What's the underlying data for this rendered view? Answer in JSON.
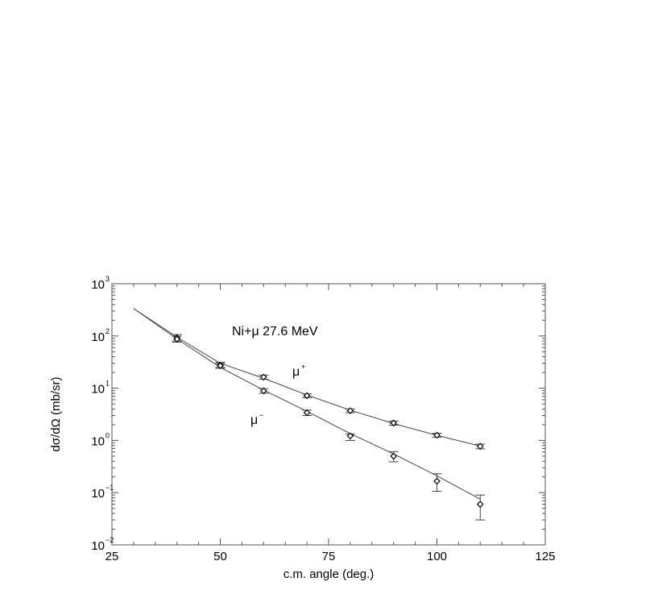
{
  "chart_data": {
    "type": "scatter",
    "title": "",
    "annotation": "Ni+μ 27.6 MeV",
    "xlabel": "c.m. angle (deg.)",
    "ylabel": "dσ/dΩ (mb/sr)",
    "xlim": [
      25,
      125
    ],
    "ylim": [
      0.01,
      1000
    ],
    "yscale": "log",
    "grid": false,
    "x_ticks": [
      "25",
      "50",
      "75",
      "100",
      "125"
    ],
    "y_ticks": [
      {
        "base": "10",
        "exp": "3"
      },
      {
        "base": "10",
        "exp": "2"
      },
      {
        "base": "10",
        "exp": "1"
      },
      {
        "base": "10",
        "exp": "0"
      },
      {
        "base": "10",
        "exp": "−1"
      },
      {
        "base": "10",
        "exp": "−2"
      }
    ],
    "series": [
      {
        "name": "μ",
        "sup": "+",
        "x": [
          40,
          50,
          60,
          70,
          80,
          90,
          100,
          110
        ],
        "y": [
          93,
          27.8,
          16.3,
          7.2,
          3.7,
          2.15,
          1.26,
          0.77
        ],
        "err_low": [
          80,
          25,
          14.8,
          6.6,
          3.4,
          1.95,
          1.15,
          0.69
        ],
        "err_high": [
          106,
          31,
          17.8,
          7.8,
          4.0,
          2.35,
          1.37,
          0.85
        ],
        "curve_x": [
          30,
          40,
          50,
          60,
          70,
          80,
          90,
          100,
          110
        ],
        "curve_y": [
          335,
          95,
          30,
          15.5,
          7.4,
          3.8,
          2.1,
          1.25,
          0.78
        ]
      },
      {
        "name": "μ",
        "sup": "−",
        "x": [
          40,
          50,
          60,
          70,
          80,
          90,
          100,
          110
        ],
        "y": [
          87,
          27,
          8.9,
          3.4,
          1.22,
          0.5,
          0.166,
          0.06
        ],
        "err_low": [
          76,
          24,
          8.0,
          3.0,
          1.0,
          0.39,
          0.106,
          0.03
        ],
        "err_high": [
          99,
          30,
          9.8,
          3.8,
          1.33,
          0.61,
          0.23,
          0.09
        ],
        "curve_x": [
          30,
          40,
          50,
          60,
          70,
          80,
          90,
          100,
          110
        ],
        "curve_y": [
          335,
          88,
          25,
          9.2,
          3.6,
          1.35,
          0.55,
          0.21,
          0.075
        ]
      }
    ]
  }
}
